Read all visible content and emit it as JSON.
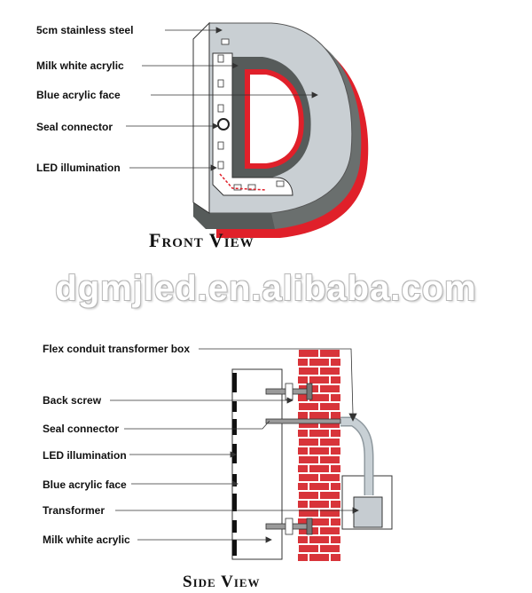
{
  "front_view": {
    "title": "Front View",
    "labels": [
      "5cm stainless steel",
      "Milk white acrylic",
      "Blue acrylic face",
      "Seal connector",
      "LED illumination"
    ]
  },
  "watermark": "dgmjled.en.alibaba.com",
  "side_view": {
    "title": "Side View",
    "labels": [
      "Flex conduit transformer box",
      "Back screw",
      "Seal connector",
      "LED illumination",
      "Blue acrylic face",
      "Transformer",
      "Milk white acrylic"
    ]
  },
  "colors": {
    "letter_face": "#c9cfd3",
    "letter_side": "#6a6f6e",
    "letter_edge": "#e0202a",
    "brick": "#d8343a",
    "mortar": "#ffffff",
    "conduit": "#b9c3c9",
    "transformer": "#c6ccd1"
  }
}
